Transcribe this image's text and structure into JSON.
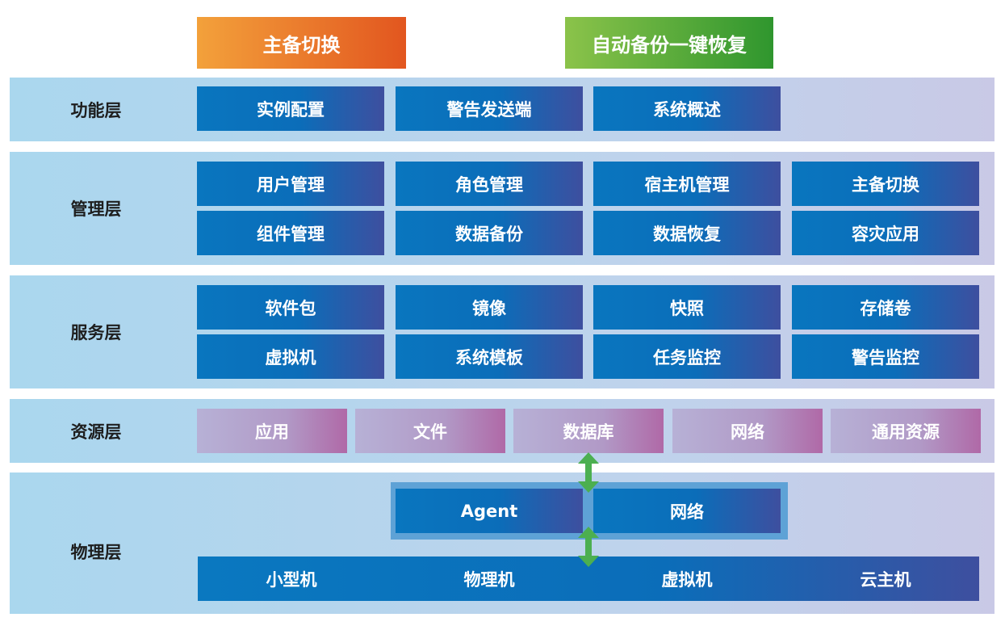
{
  "top_buttons": {
    "left": "主备切换",
    "right": "自动备份一键恢复"
  },
  "colors": {
    "box_blue": "#0b6db9",
    "box_purple": "#b069a7",
    "orange": "#e2561f",
    "green": "#2f962e",
    "layer_bg": "#bfd3ec",
    "arrow_green": "#4caf50"
  },
  "layers": {
    "function": {
      "label": "功能层",
      "items": [
        "实例配置",
        "警告发送端",
        "系统概述"
      ]
    },
    "management": {
      "label": "管理层",
      "row1": [
        "用户管理",
        "角色管理",
        "宿主机管理",
        "主备切换"
      ],
      "row2": [
        "组件管理",
        "数据备份",
        "数据恢复",
        "容灾应用"
      ]
    },
    "service": {
      "label": "服务层",
      "row1": [
        "软件包",
        "镜像",
        "快照",
        "存储卷"
      ],
      "row2": [
        "虚拟机",
        "系统模板",
        "任务监控",
        "警告监控"
      ]
    },
    "resource": {
      "label": "资源层",
      "items": [
        "应用",
        "文件",
        "数据库",
        "网络",
        "通用资源"
      ]
    },
    "physical": {
      "label": "物理层",
      "middle": [
        "Agent",
        "网络"
      ],
      "bottom": [
        "小型机",
        "物理机",
        "虚拟机",
        "云主机"
      ]
    }
  }
}
